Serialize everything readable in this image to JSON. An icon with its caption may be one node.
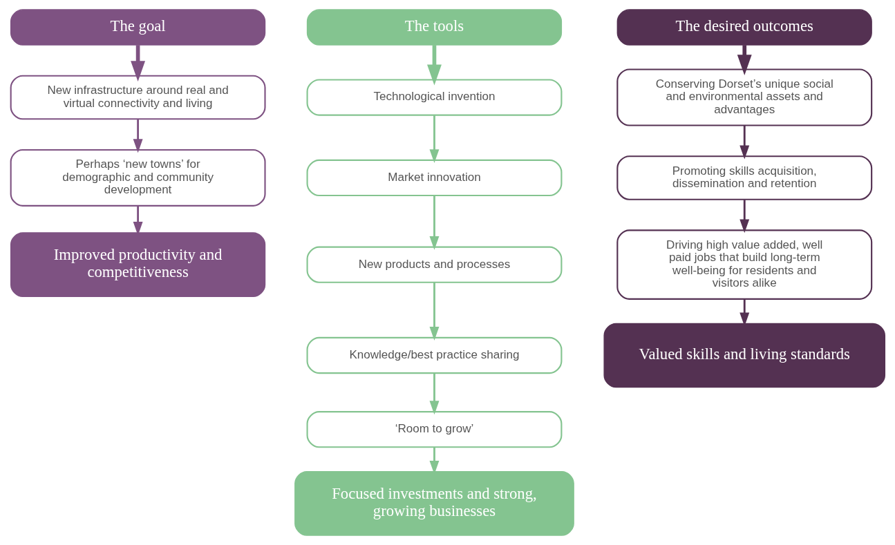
{
  "diagram": {
    "nodes": [
      {
        "text": [
          "The goal"
        ]
      },
      {
        "text": [
          "New infrastructure around real and virtual connectivity and living"
        ]
      },
      {
        "text": [
          "Perhaps ‘new towns’ for demographic and community development"
        ]
      },
      {
        "text": [
          "Improved productivity and competitiveness"
        ]
      },
      {
        "text": [
          "The tools"
        ]
      },
      {
        "text": [
          "Technological invention"
        ]
      },
      {
        "text": [
          "Market innovation"
        ]
      },
      {
        "text": [
          "New products and processes"
        ]
      },
      {
        "text": [
          "Knowledge/best practice sharing"
        ]
      },
      {
        "text": [
          "‘Room to grow’"
        ]
      },
      {
        "text": [
          "Focused investments and strong, growing businesses"
        ]
      },
      {
        "text": [
          "The desired outcomes"
        ]
      },
      {
        "text": [
          "Conserving Dorset’s unique social and environmental assets and advantages"
        ]
      },
      {
        "text": [
          "Promoting skills acquisition, dissemination and retention"
        ]
      },
      {
        "text": [
          "Driving high value added, well paid jobs that build long-term well-being for residents and visitors alike"
        ]
      },
      {
        "text": [
          "Valued skills and living standards"
        ]
      }
    ],
    "edges": [
      {
        "from": 0,
        "to": 1,
        "arrow": "to",
        "style": "thick",
        "color": "#7e5282"
      },
      {
        "from": 1,
        "to": 2,
        "arrow": "to",
        "color": "#7e5282"
      },
      {
        "from": 2,
        "to": 3,
        "arrow": "to",
        "color": "#7e5282"
      },
      {
        "from": 4,
        "to": 5,
        "arrow": "to",
        "style": "thick",
        "color": "#84c490"
      },
      {
        "from": 5,
        "to": 6,
        "arrow": "to",
        "color": "#84c490"
      },
      {
        "from": 6,
        "to": 7,
        "arrow": "to",
        "color": "#84c490"
      },
      {
        "from": 7,
        "to": 8,
        "arrow": "to",
        "color": "#84c490"
      },
      {
        "from": 8,
        "to": 9,
        "arrow": "to",
        "color": "#84c490"
      },
      {
        "from": 9,
        "to": 10,
        "arrow": "to",
        "color": "#84c490"
      },
      {
        "from": 11,
        "to": 12,
        "arrow": "to",
        "style": "thick",
        "color": "#543152"
      },
      {
        "from": 12,
        "to": 13,
        "arrow": "to",
        "color": "#543152"
      },
      {
        "from": 13,
        "to": 14,
        "arrow": "to",
        "color": "#543152"
      },
      {
        "from": 14,
        "to": 15,
        "arrow": "to",
        "color": "#543152"
      }
    ]
  }
}
